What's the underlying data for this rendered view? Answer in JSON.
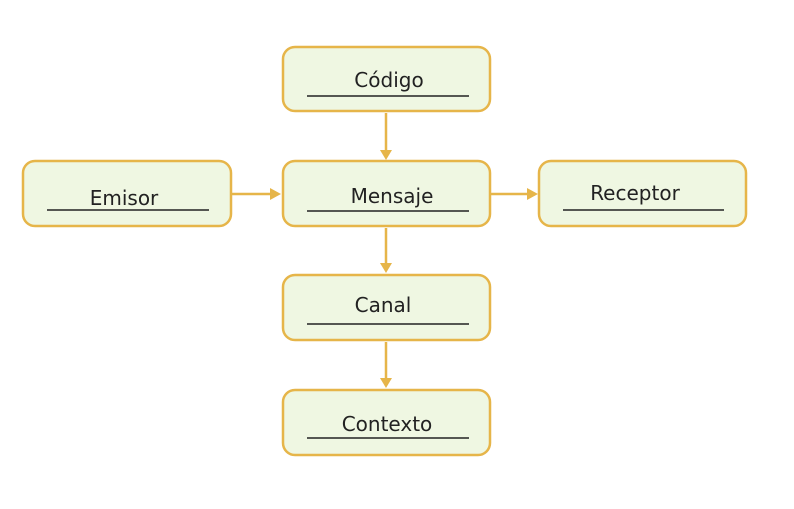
{
  "diagram": {
    "nodes": {
      "codigo": "Código",
      "emisor": "Emisor",
      "mensaje": "Mensaje",
      "receptor": "Receptor",
      "canal": "Canal",
      "contexto": "Contexto"
    },
    "colors": {
      "box_fill": "#eff7e2",
      "box_border": "#e6b549",
      "arrow": "#e6b549",
      "text": "#222222"
    }
  }
}
